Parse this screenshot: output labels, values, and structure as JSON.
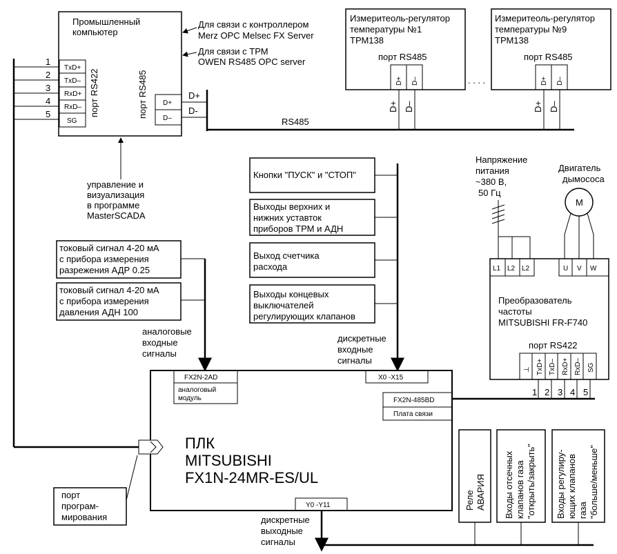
{
  "pc": {
    "title_1": "Промышленный",
    "title_2": "компьютер",
    "port_rs422": "порт RS422",
    "port_rs485": "порт RS485",
    "rs422_pins": [
      "TxD+",
      "TxD–",
      "RxD+",
      "RxD–",
      "SG"
    ],
    "rs485_pins": [
      "D+",
      "D–"
    ],
    "wire_numbers": [
      "1",
      "2",
      "3",
      "4",
      "5"
    ],
    "d_plus": "D+",
    "d_minus": "D-",
    "note_merz_1": "Для связи с контроллером",
    "note_merz_2": "Merz OPC Melsec FX Server",
    "note_owen_1": "Для связи с ТРМ",
    "note_owen_2": "OWEN RS485 OPC server",
    "scada_1": "управление и",
    "scada_2": "визуализация",
    "scada_3": "в программе",
    "scada_4": "MasterSCADA"
  },
  "regulators": [
    {
      "line1": "Измеритеоль-регулятор",
      "line2": "температуры №1",
      "line3": "ТРМ138",
      "port": "порт RS485",
      "pins": [
        "D+",
        "D–"
      ]
    },
    {
      "line1": "Измеритеоль-регулятор",
      "line2": "температуры №9",
      "line3": "ТРМ138",
      "port": "порт RS485",
      "pins": [
        "D+",
        "D–"
      ]
    }
  ],
  "dots": ". . . .",
  "rs485_label": "RS485",
  "analog_inputs": [
    {
      "line1": "токовый сигнал 4-20 мА",
      "line2": "с прибора измерения",
      "line3": "разрежения АДР 0.25"
    },
    {
      "line1": "токовый сигнал 4-20 мА",
      "line2": "с прибора измерения",
      "line3": "давления АДН 100"
    }
  ],
  "analog_label": [
    "аналоговые",
    "входные",
    "сигналы"
  ],
  "discrete_inputs": [
    {
      "lines": [
        "Кнопки \"ПУСК\" и \"СТОП\""
      ]
    },
    {
      "lines": [
        "Выходы верхних и",
        "нижних уставток",
        "приборов ТРМ и АДН"
      ]
    },
    {
      "lines": [
        "Выход счетчика",
        "расхода"
      ]
    },
    {
      "lines": [
        "Выходы концевых",
        "выключателей",
        "регулирующих клапанов"
      ]
    }
  ],
  "discrete_in_label": [
    "дискретные",
    "входные",
    "сигналы"
  ],
  "power": [
    "Напряжение",
    "питания",
    "~380 В,",
    "50 Гц"
  ],
  "motor": {
    "line1": "Двигатель",
    "line2": "дымососа",
    "symbol": "M"
  },
  "vfd": {
    "inputs": [
      "L1",
      "L2",
      "L2"
    ],
    "outputs": [
      "U",
      "V",
      "W"
    ],
    "line1": "Преобразователь",
    "line2": "частоты",
    "line3": "MITSUBISHI FR-F740",
    "port": "порт RS422",
    "pins": [
      "⊥",
      "TxD+",
      "TxD–",
      "RxD+",
      "RxD–",
      "SG"
    ],
    "wire_numbers": [
      "1",
      "2",
      "3",
      "4",
      "5"
    ]
  },
  "plc": {
    "analog_module_code": "FX2N-2AD",
    "analog_module_1": "аналоговый",
    "analog_module_2": "модуль",
    "inputs_code": "X0 -X15",
    "comm_board_code": "FX2N-485BD",
    "comm_board_name": "Плата связи",
    "title_1": "ПЛК",
    "title_2": "MITSUBISHI",
    "title_3": "FX1N-24MR-ES/UL",
    "outputs_code": "Y0 -Y11"
  },
  "prog_port": [
    "порт",
    "програм-",
    "мирования"
  ],
  "discrete_out_label": [
    "дискретные",
    "выходные",
    "сигналы"
  ],
  "outputs": [
    {
      "lines": [
        "Реле",
        "АВАРИЯ"
      ]
    },
    {
      "lines": [
        "Входы отсечных",
        "клапанов газа",
        "\"открыть/закрыть\""
      ]
    },
    {
      "lines": [
        "Входы регулиру-",
        "ющих клапанов",
        "газа",
        "\"больше/меньше\""
      ]
    }
  ]
}
